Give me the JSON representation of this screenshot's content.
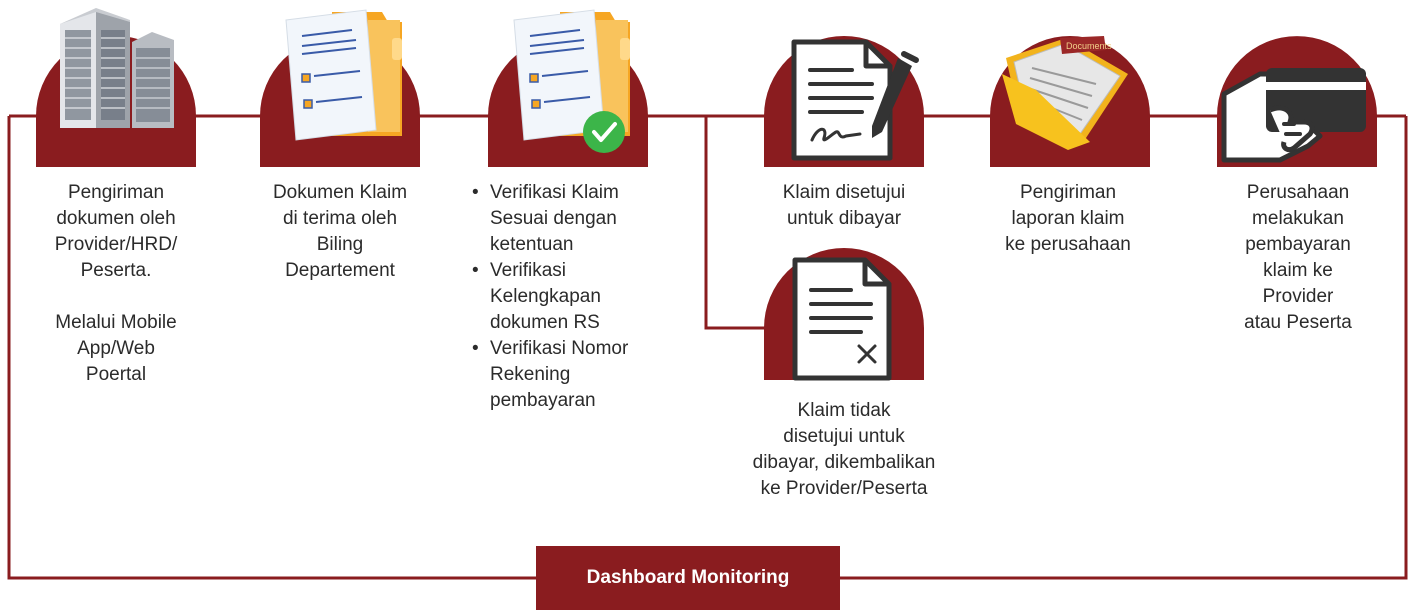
{
  "colors": {
    "accent": "#8a1c1f",
    "text": "#2b2b2b",
    "icon_dark": "#333333",
    "check": "#3cb549"
  },
  "steps": [
    {
      "icon": "office-building-icon",
      "text": "Pengiriman\ndokumen oleh\nProvider/HRD/\nPeserta.\n\nMelalui Mobile\nApp/Web\nPoertal"
    },
    {
      "icon": "document-folder-icon",
      "text": "Dokumen Klaim\ndi terima oleh\nBiling\nDepartement"
    },
    {
      "icon": "verified-document-icon",
      "items": [
        "Verifikasi Klaim Sesuai dengan ketentuan",
        "Verifikasi Kelengkapan dokumen RS",
        "Verifikasi Nomor Rekening pembayaran"
      ]
    },
    {
      "icon": "signed-document-icon",
      "text": "Klaim disetujui\nuntuk dibayar"
    },
    {
      "icon": "rejected-document-icon",
      "text": "Klaim tidak\ndisetujui untuk\ndibayar, dikembalikan\nke Provider/Peserta"
    },
    {
      "icon": "documents-folder-icon",
      "folder_label": "Documents",
      "text": "Pengiriman\nlaporan klaim\nke perusahaan"
    },
    {
      "icon": "payment-card-hand-icon",
      "text": "Perusahaan\nmelakukan\npembayaran\nklaim ke\nProvider\natau Peserta"
    }
  ],
  "footer": {
    "label": "Dashboard Monitoring"
  }
}
